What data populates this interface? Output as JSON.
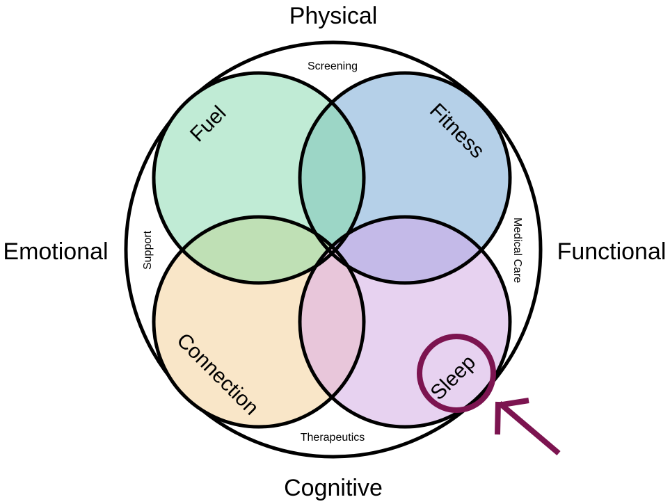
{
  "dimensions": {
    "top": "Physical",
    "left": "Emotional",
    "right": "Functional",
    "bottom": "Cognitive"
  },
  "ring_labels": {
    "top": "Screening",
    "left": "Support",
    "right": "Medical Care",
    "bottom": "Therapeutics"
  },
  "circles": {
    "fuel": {
      "label": "Fuel",
      "color": "#c0ebd5"
    },
    "fitness": {
      "label": "Fitness",
      "color": "#b5d0e8"
    },
    "connection": {
      "label": "Connection",
      "color": "#f9e6c8"
    },
    "sleep": {
      "label": "Sleep",
      "color": "#e7d2f0"
    }
  },
  "overlap_colors": {
    "fuel_fitness": "#9cd6c6",
    "fuel_connection": "#bfe0b5",
    "fitness_sleep": "#c4bae8",
    "connection_sleep": "#e8c6da"
  },
  "highlight": {
    "target": "Sleep",
    "color": "#7c1450"
  }
}
